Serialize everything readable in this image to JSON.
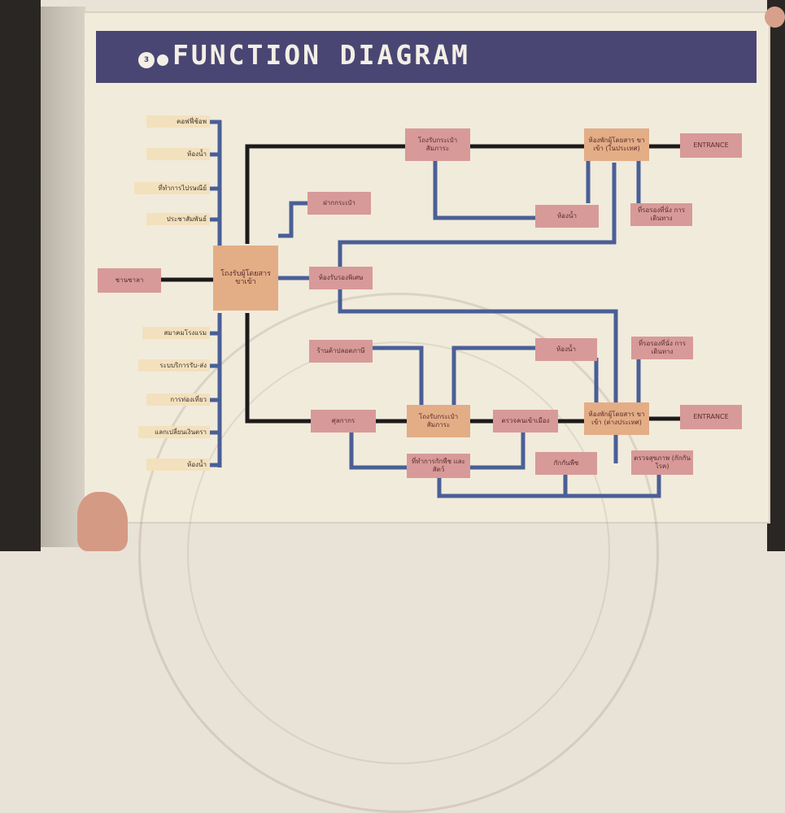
{
  "header": {
    "number": "3",
    "title": "FUNCTION DIAGRAM"
  },
  "left_labels": {
    "top": [
      "คอฟฟี่ช้อพ",
      "ห้องน้ำ",
      "ที่ทำการไปรษณีย์",
      "ประชาสัมพันธ์"
    ],
    "bottom": [
      "สมาคมโรงแรม",
      "ระบบริการรับ-ส่ง",
      "การท่องเที่ยว",
      "แลกเปลี่ยนเงินตรา",
      "ห้องน้ำ"
    ]
  },
  "boxes": {
    "central_arrival": "โถงรับผู้โดยสาร ขาเข้า",
    "ticket_hall": "ชานชาลา",
    "luggage_deposit": "ฝากกระเป๋า",
    "waiting_room": "ห้องรับรองพิเศษ",
    "baggage_claim_top": "โถงรับกระเป๋า สัมภาระ",
    "restroom_top": "ห้องน้ำ",
    "passenger_lounge_top": "ห้องพักผู้โดยสาร ขาเข้า (ในประเทศ)",
    "seating_top": "ที่รอรองที่นั่ง การเดินทาง",
    "entrance_top": "ENTRANCE",
    "customs_office": "ร้านค้าปลอดภาษี",
    "restroom_mid": "ห้องน้ำ",
    "seating_mid": "ที่รอรองที่นั่ง การเดินทาง",
    "customs": "ศุลกากร",
    "baggage_claim_bottom": "โถงรับกระเป๋า สัมภาระ",
    "immigration": "ตรวจคนเข้าเมือง",
    "passenger_lounge_bottom": "ห้องพักผู้โดยสาร ขาเข้า (ต่างประเทศ)",
    "entrance_bottom": "ENTRANCE",
    "quarantine_office": "ที่ทำการกักพืช และสัตว์",
    "health": "กักกันพืช",
    "health_check": "ตรวจสุขภาพ (กักกันโรค)"
  },
  "colors": {
    "header": "#4a4673",
    "line_blue": "#4a5f96",
    "line_black": "#1c1a1a",
    "box_pink": "#d79a98",
    "box_peach": "#e3ad86"
  }
}
